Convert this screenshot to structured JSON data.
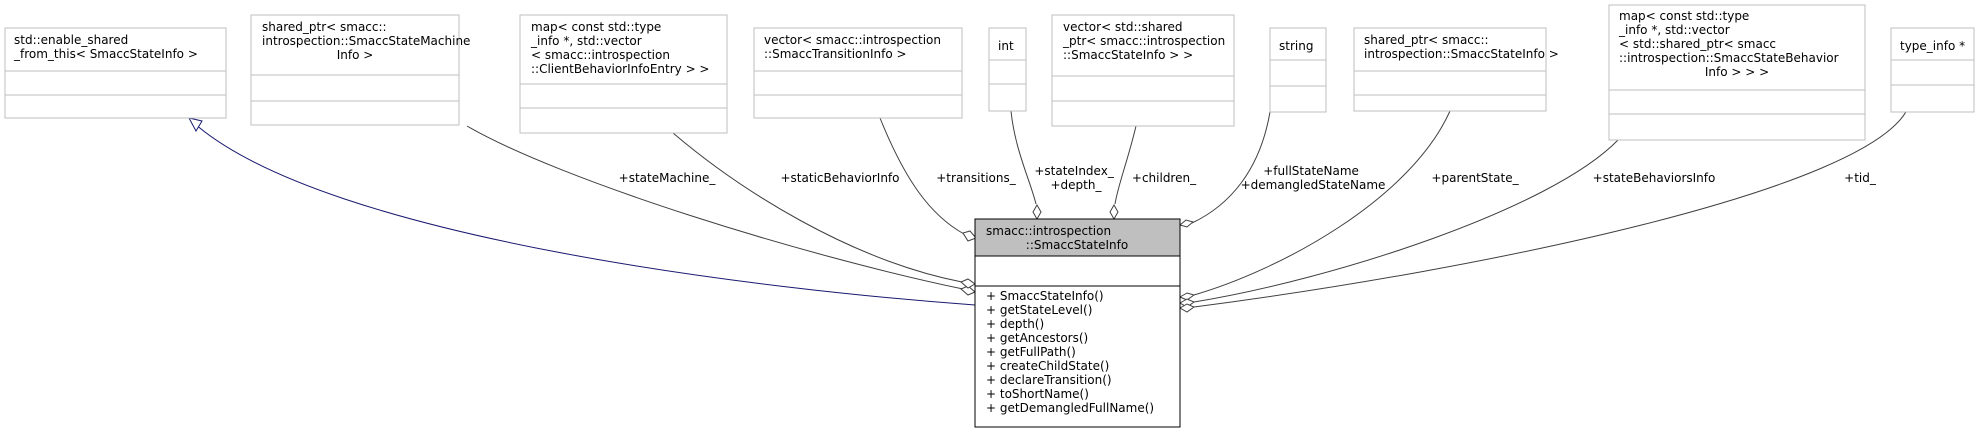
{
  "main_class": {
    "name_lines": [
      "smacc::introspection",
      "::SmaccStateInfo"
    ],
    "methods": [
      "+ SmaccStateInfo()",
      "+ getStateLevel()",
      "+ depth()",
      "+ getAncestors()",
      "+ getFullPath()",
      "+ createChildState()",
      "+ declareTransition()",
      "+ toShortName()",
      "+ getDemangledFullName()"
    ]
  },
  "related_classes": [
    {
      "id": "enable-shared",
      "lines": [
        "std::enable_shared",
        "_from_this< SmaccStateInfo >"
      ]
    },
    {
      "id": "state-machine-ptr",
      "lines": [
        "shared_ptr< smacc::",
        "introspection::SmaccStateMachine",
        "Info >"
      ]
    },
    {
      "id": "client-behavior-map",
      "lines": [
        "map< const std::type",
        "_info *, std::vector",
        "< smacc::introspection",
        "::ClientBehaviorInfoEntry > >"
      ]
    },
    {
      "id": "transition-vector",
      "lines": [
        "vector< smacc::introspection",
        "::SmaccTransitionInfo >"
      ]
    },
    {
      "id": "int",
      "lines": [
        "int"
      ]
    },
    {
      "id": "children-vector",
      "lines": [
        "vector< std::shared",
        "_ptr< smacc::introspection",
        "::SmaccStateInfo > >"
      ]
    },
    {
      "id": "string",
      "lines": [
        "string"
      ]
    },
    {
      "id": "parent-ptr",
      "lines": [
        "shared_ptr< smacc::",
        "introspection::SmaccStateInfo >"
      ]
    },
    {
      "id": "state-behavior-map",
      "lines": [
        "map< const std::type",
        "_info *, std::vector",
        "< std::shared_ptr< smacc",
        "::introspection::SmaccStateBehavior",
        "Info > > >"
      ]
    },
    {
      "id": "type-info-ptr",
      "lines": [
        "type_info *"
      ]
    }
  ],
  "edge_labels": {
    "state_machine": [
      "+stateMachine_"
    ],
    "static_behavior": [
      "+staticBehaviorInfo"
    ],
    "transitions": [
      "+transitions_"
    ],
    "state_index": [
      "+stateIndex_",
      "+depth_"
    ],
    "children": [
      "+children_"
    ],
    "full_state_name": [
      "+fullStateName",
      "+demangledStateName"
    ],
    "parent_state": [
      "+parentState_"
    ],
    "state_behaviors": [
      "+stateBehaviorsInfo"
    ],
    "tid": [
      "+tid_"
    ]
  },
  "colors": {
    "main_fill": "#bfbfbf",
    "box_border": "#bfbfbf",
    "aggregation_edge": "#404040",
    "inheritance_edge": "#191970"
  }
}
